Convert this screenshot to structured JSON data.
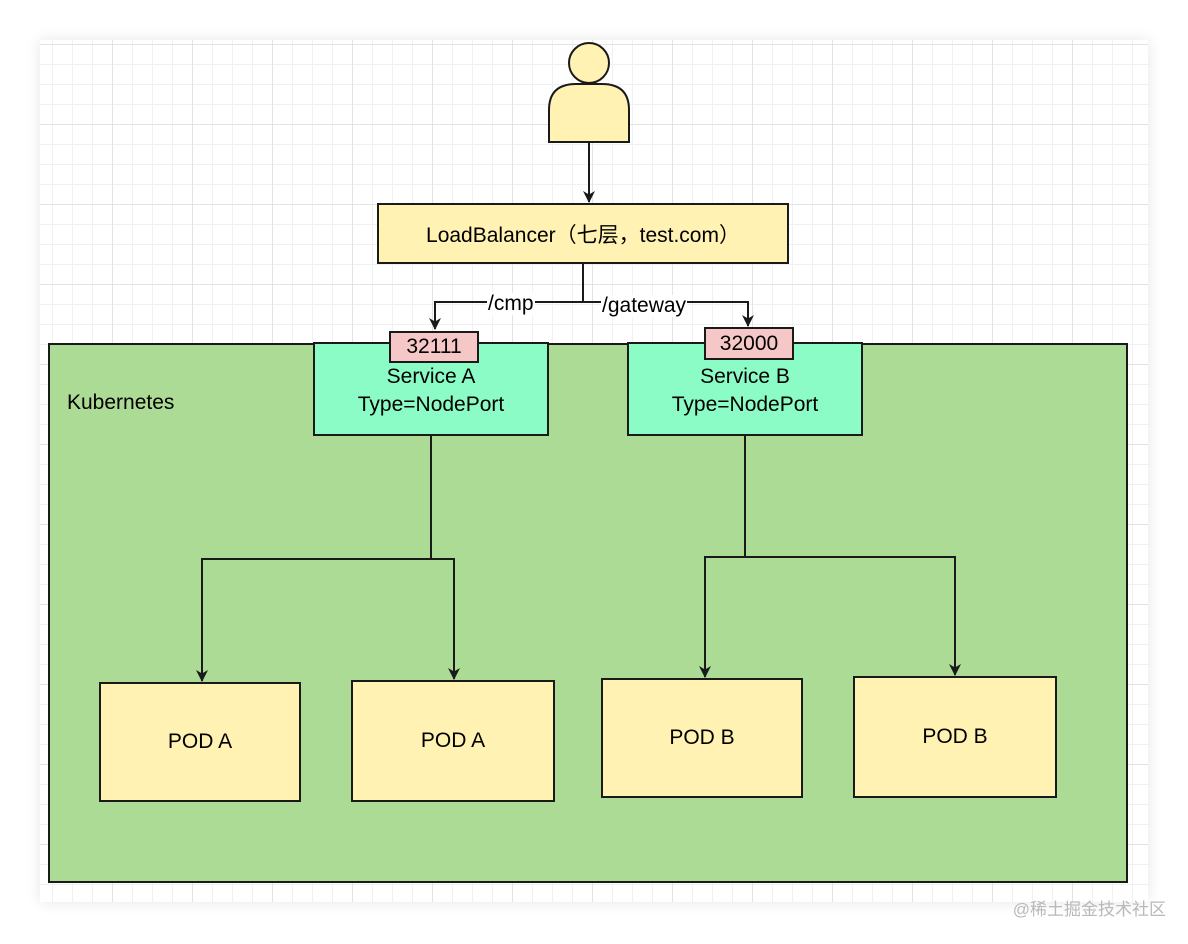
{
  "diagram": {
    "cluster_label": "Kubernetes",
    "load_balancer": "LoadBalancer（七层，test.com）",
    "routes": {
      "cmp": "/cmp",
      "gateway": "/gateway"
    },
    "service_a": {
      "port": "32111",
      "name": "Service A",
      "type": "Type=NodePort"
    },
    "service_b": {
      "port": "32000",
      "name": "Service B",
      "type": "Type=NodePort"
    },
    "pods": [
      "POD A",
      "POD A",
      "POD B",
      "POD B"
    ],
    "user_icon": "user-icon"
  },
  "watermark": "@稀土掘金技术社区",
  "colors": {
    "cluster_fill": "#acdb95",
    "service_fill": "#8cfcc6",
    "box_fill": "#fff2b3",
    "port_fill": "#f5c7c7"
  }
}
